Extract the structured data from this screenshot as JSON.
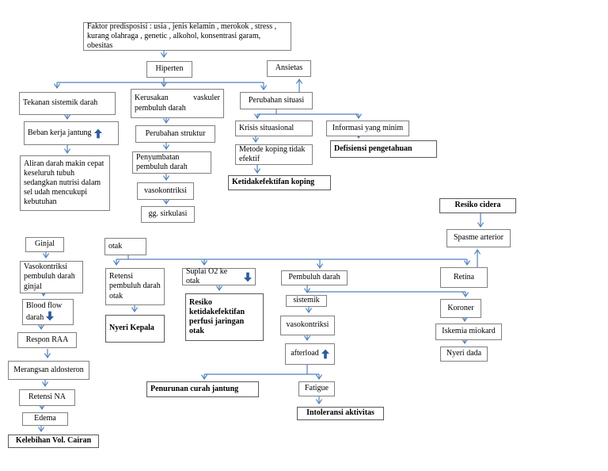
{
  "document": {
    "type": "pathophysiology-flowchart",
    "language": "Indonesian",
    "topic_node": "Hiperten"
  },
  "colors": {
    "background": "#ffffff",
    "box_border": "#808080",
    "connector_blue": "#4f81bd",
    "glyph_arrow_blue": "#2e5b9b",
    "text": "#000000"
  },
  "icons": {
    "beban_kerja_glyph": "up-arrow",
    "blood_flow_glyph": "down-arrow",
    "suplai_o2_glyph": "down-arrow",
    "afterload_glyph": "up-arrow"
  },
  "nodes": {
    "faktor": {
      "label": "Faktor predisposisi : usia , jenis kelamin , merokok , stress , kurang olahraga , genetic , alkohol, konsentrasi garam, obesitas"
    },
    "hiperten": {
      "label": "Hiperten"
    },
    "ansietas": {
      "label": "Ansietas"
    },
    "tekanan": {
      "label": "Tekanan sistemik darah"
    },
    "beban": {
      "label": "Beban kerja jantung"
    },
    "aliran": {
      "label": "Aliran darah makin cepat keseluruh tubuh sedangkan nutrisi dalam sel udah mencukupi kebutuhan"
    },
    "kerusakan": {
      "label": "Kerusakan vaskuler pembuluh darah"
    },
    "perubahan_struktur": {
      "label": "Perubahan struktur"
    },
    "penyumbatan": {
      "label": "Penyumbatan pembuluh darah"
    },
    "vasokontriksi_pd": {
      "label": "vasokontriksi"
    },
    "gg_sirkulasi": {
      "label": "gg. sirkulasi"
    },
    "perubahan_situasi": {
      "label": "Perubahan situasi"
    },
    "krisis": {
      "label": "Krisis situasional"
    },
    "informasi": {
      "label": "Informasi yang minim"
    },
    "metode": {
      "label": "Metode koping tidak efektif"
    },
    "ketidakefektifan_koping": {
      "label": "Ketidakefektifan koping"
    },
    "defisiensi": {
      "label": "Defisiensi pengetahuan"
    },
    "resiko_cidera": {
      "label": "Resiko cidera"
    },
    "spasme": {
      "label": "Spasme arterior"
    },
    "retina": {
      "label": "Retina"
    },
    "koroner": {
      "label": "Koroner"
    },
    "iskemia": {
      "label": "Iskemia miokard"
    },
    "nyeri_dada": {
      "label": "Nyeri dada"
    },
    "ginjal": {
      "label": "Ginjal"
    },
    "vaso_ginjal": {
      "label": "Vasokontriksi pembuluh darah ginjal"
    },
    "blood_flow": {
      "label": "Blood flow darah"
    },
    "respon_raa": {
      "label": "Respon RAA"
    },
    "merangsan": {
      "label": "Merangsan aldosteron"
    },
    "retensi_na": {
      "label": "Retensi NA"
    },
    "edema": {
      "label": "Edema"
    },
    "kelebihan": {
      "label": "Kelebihan Vol. Cairan"
    },
    "otak": {
      "label": "otak"
    },
    "retensi_otak": {
      "label": "Retensi pembuluh darah otak"
    },
    "nyeri_kepala": {
      "label": "Nyeri Kepala"
    },
    "suplai": {
      "label": "Suplai O2 ke otak"
    },
    "resiko_perfusi": {
      "label": "Resiko ketidakefektifan perfusi jaringan otak"
    },
    "pembuluh_darah": {
      "label": "Pembuluh darah"
    },
    "sistemik": {
      "label": "sistemik"
    },
    "vasokontriksi_sistemik": {
      "label": "vasokontriksi"
    },
    "afterload": {
      "label": "afterload"
    },
    "penurunan": {
      "label": "Penurunan curah jantung"
    },
    "fatigue": {
      "label": "Fatigue"
    },
    "intoleransi": {
      "label": "Intoleransi aktivitas"
    }
  }
}
